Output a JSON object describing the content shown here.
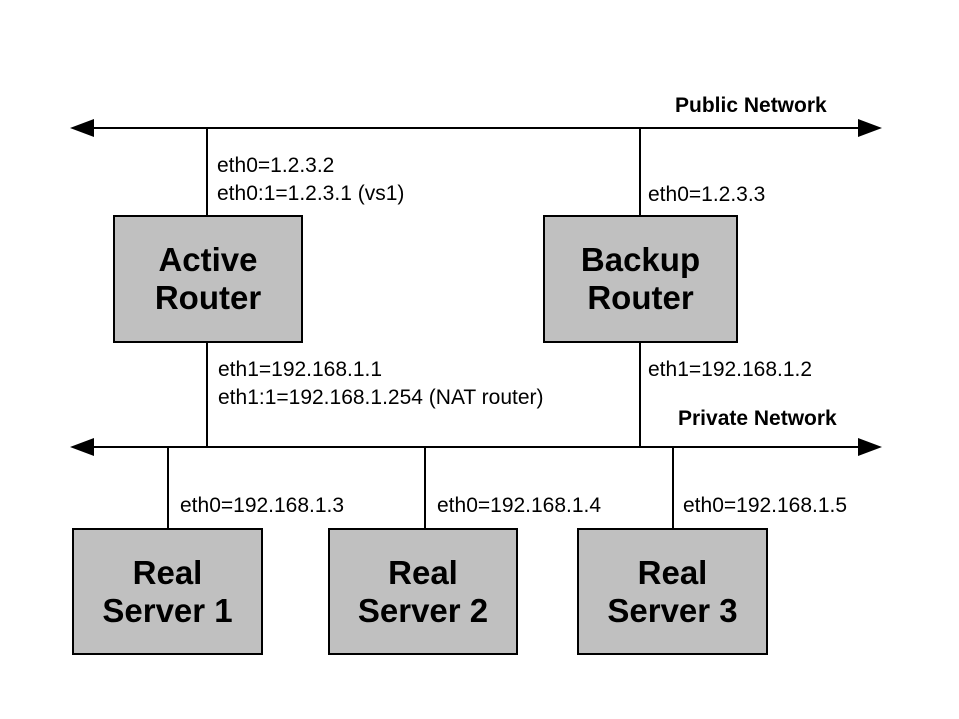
{
  "colors": {
    "background": "#ffffff",
    "box_fill": "#c0c0c0",
    "box_border": "#000000",
    "line": "#000000",
    "text": "#000000"
  },
  "networks": {
    "public": {
      "label": "Public Network"
    },
    "private": {
      "label": "Private Network"
    }
  },
  "routers": {
    "active": {
      "name": "Active\nRouter",
      "eth0": "eth0=1.2.3.2",
      "eth0_alias": "eth0:1=1.2.3.1 (vs1)",
      "eth1": "eth1=192.168.1.1",
      "eth1_alias": "eth1:1=192.168.1.254 (NAT router)"
    },
    "backup": {
      "name": "Backup\nRouter",
      "eth0": "eth0=1.2.3.3",
      "eth1": "eth1=192.168.1.2"
    }
  },
  "servers": [
    {
      "name": "Real\nServer 1",
      "eth0": "eth0=192.168.1.3"
    },
    {
      "name": "Real\nServer 2",
      "eth0": "eth0=192.168.1.4"
    },
    {
      "name": "Real\nServer 3",
      "eth0": "eth0=192.168.1.5"
    }
  ]
}
